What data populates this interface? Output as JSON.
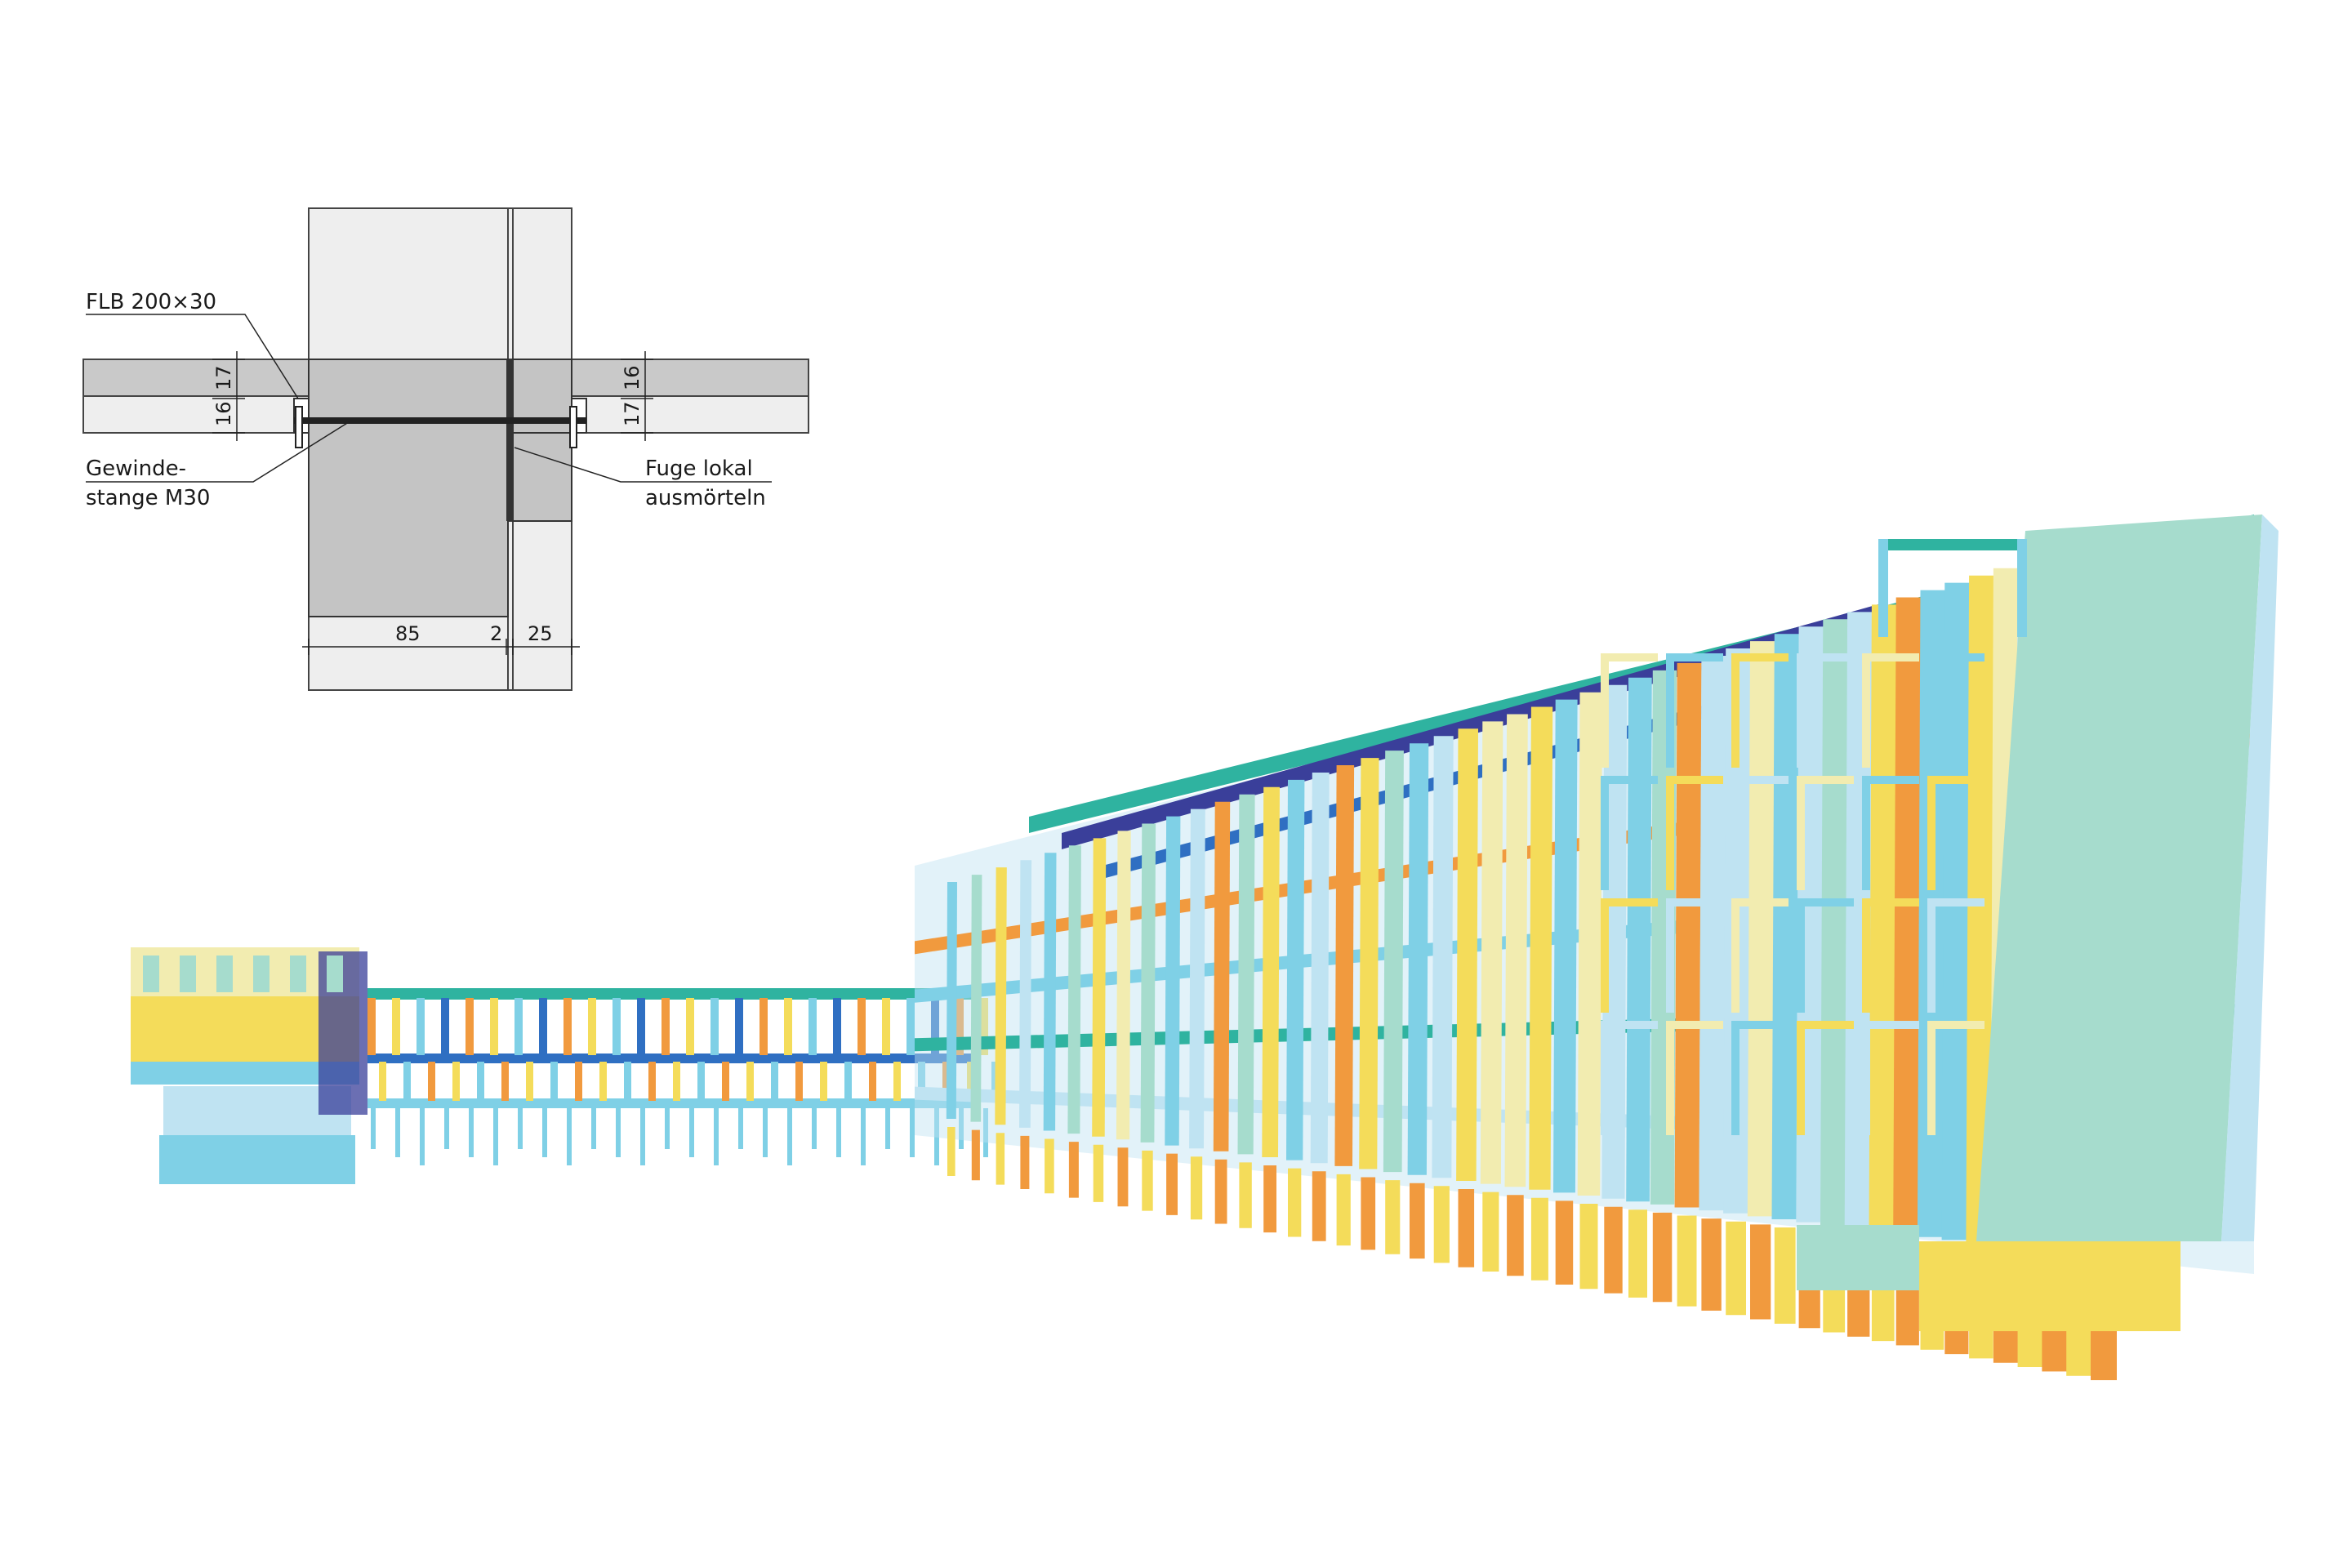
{
  "detail": {
    "label_flb": "FLB 200×30",
    "label_rod_1": "Gewinde-",
    "label_rod_2": "stange M30",
    "label_joint_1": "Fuge lokal",
    "label_joint_2": "ausmörteln",
    "dim_left_upper": "17",
    "dim_left_lower": "16",
    "dim_right_upper": "16",
    "dim_right_lower": "17",
    "dim_bottom_1": "85",
    "dim_bottom_2": "2",
    "dim_bottom_3": "25"
  },
  "model": {
    "palette": {
      "yellow": "#f4dc5a",
      "orange": "#f19a3e",
      "cyan": "#7fd0e6",
      "lightblue": "#bfe3f2",
      "blue": "#2f6fc2",
      "navy": "#3a3f9a",
      "teal": "#2fb3a0",
      "mint": "#a6dccd",
      "lightyellow": "#f2ecb0"
    }
  }
}
